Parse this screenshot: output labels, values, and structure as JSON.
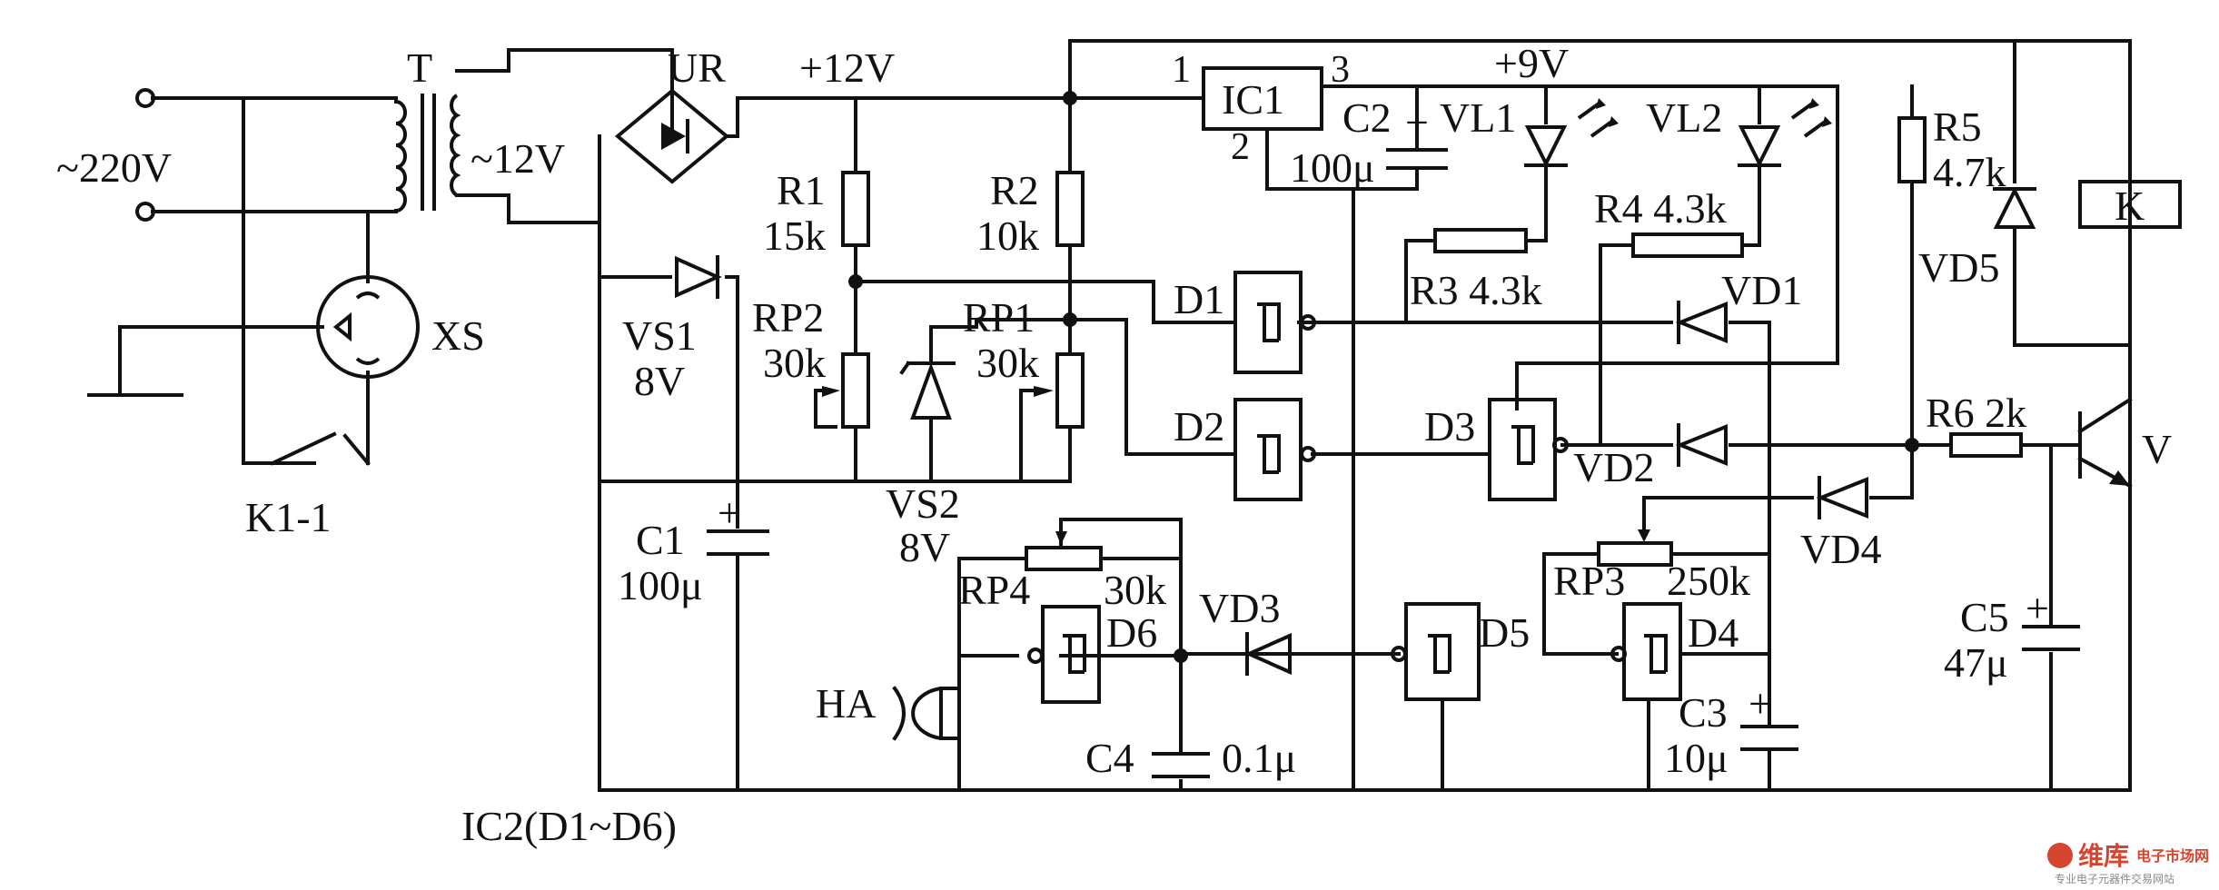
{
  "labels": {
    "mains": "~220V",
    "transformer": "T",
    "secondary": "~12V",
    "rectifier": "UR",
    "rail12": "+12V",
    "rail9": "+9V",
    "socket": "XS",
    "relay_contact": "K1-1",
    "ic1": "IC1",
    "ic1_pin1": "1",
    "ic1_pin2": "2",
    "ic1_pin3": "3",
    "c2": "C2",
    "c2_val": "100μ",
    "vl1": "VL1",
    "vl2": "VL2",
    "r1": "R1",
    "r1_val": "15k",
    "r2": "R2",
    "r2_val": "10k",
    "r3": "R3 4.3k",
    "r4": "R4 4.3k",
    "r5": "R5",
    "r5_val": "4.7k",
    "r6": "R6 2k",
    "rp1": "RP1",
    "rp1_val": "30k",
    "rp2": "RP2",
    "rp2_val": "30k",
    "rp3": "RP3",
    "rp3_val": "250k",
    "rp4": "RP4",
    "rp4_val": "30k",
    "vs1": "VS1",
    "vs1_val": "8V",
    "vs2": "VS2",
    "vs2_val": "8V",
    "vd1": "VD1",
    "vd2": "VD2",
    "vd3": "VD3",
    "vd4": "VD4",
    "vd5": "VD5",
    "d1": "D1",
    "d2": "D2",
    "d3": "D3",
    "d4": "D4",
    "d5": "D5",
    "d6": "D6",
    "c1": "C1",
    "c1_val": "100μ",
    "c3": "C3",
    "c3_val": "10μ",
    "c4": "C4",
    "c4_val": "0.1μ",
    "c5": "C5",
    "c5_val": "47μ",
    "relay": "K",
    "transistor": "V",
    "buzzer": "HA",
    "ic2": "IC2(D1~D6)",
    "plus": "+"
  },
  "watermark": {
    "brand": "维库",
    "brand_sub": "电子市场网",
    "tagline": "专业电子元器件交易网站",
    "color": "#d6452f"
  }
}
